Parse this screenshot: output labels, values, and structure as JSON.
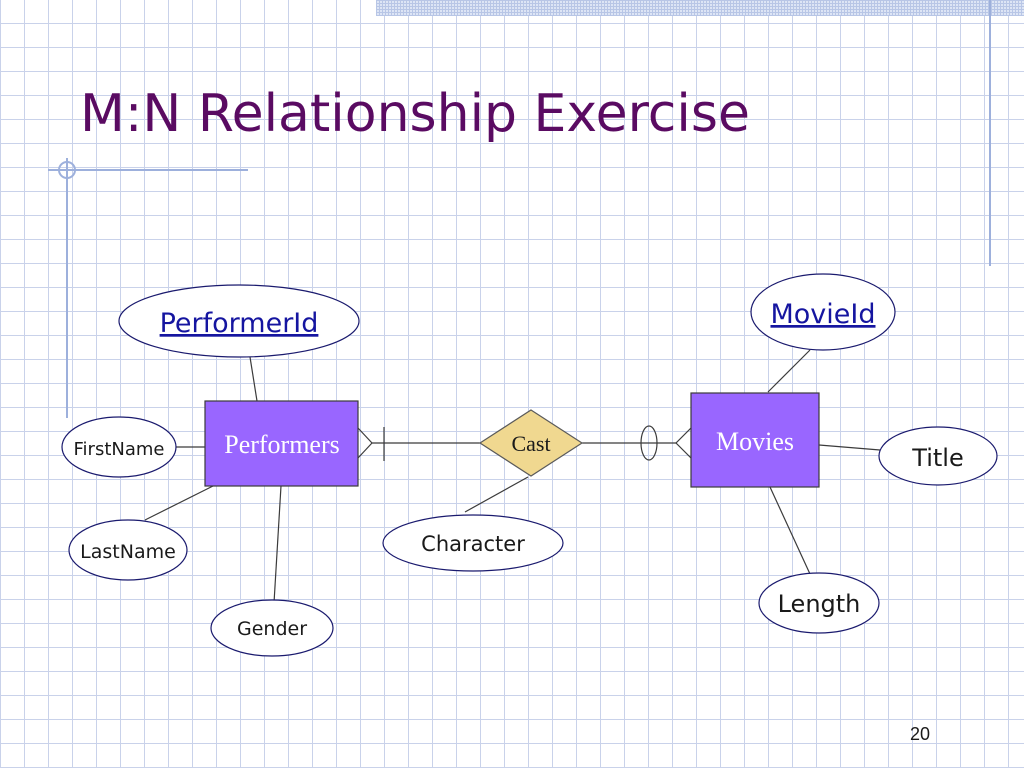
{
  "slide": {
    "title": "M:N Relationship Exercise",
    "page_number": "20"
  },
  "diagram": {
    "entities": {
      "performers": "Performers",
      "movies": "Movies"
    },
    "relationship": {
      "cast": "Cast"
    },
    "attributes": {
      "performer_id": "PerformerId",
      "first_name": "FirstName",
      "last_name": "LastName",
      "gender": "Gender",
      "character": "Character",
      "movie_id": "MovieId",
      "title": "Title",
      "length": "Length"
    }
  },
  "colors": {
    "title": "#5a0b62",
    "entity_fill": "#9966ff",
    "relationship_fill": "#f0d890",
    "ellipse_stroke": "#1a1a6e",
    "key_text": "#1515a0",
    "grid": "#c9d2ea"
  }
}
